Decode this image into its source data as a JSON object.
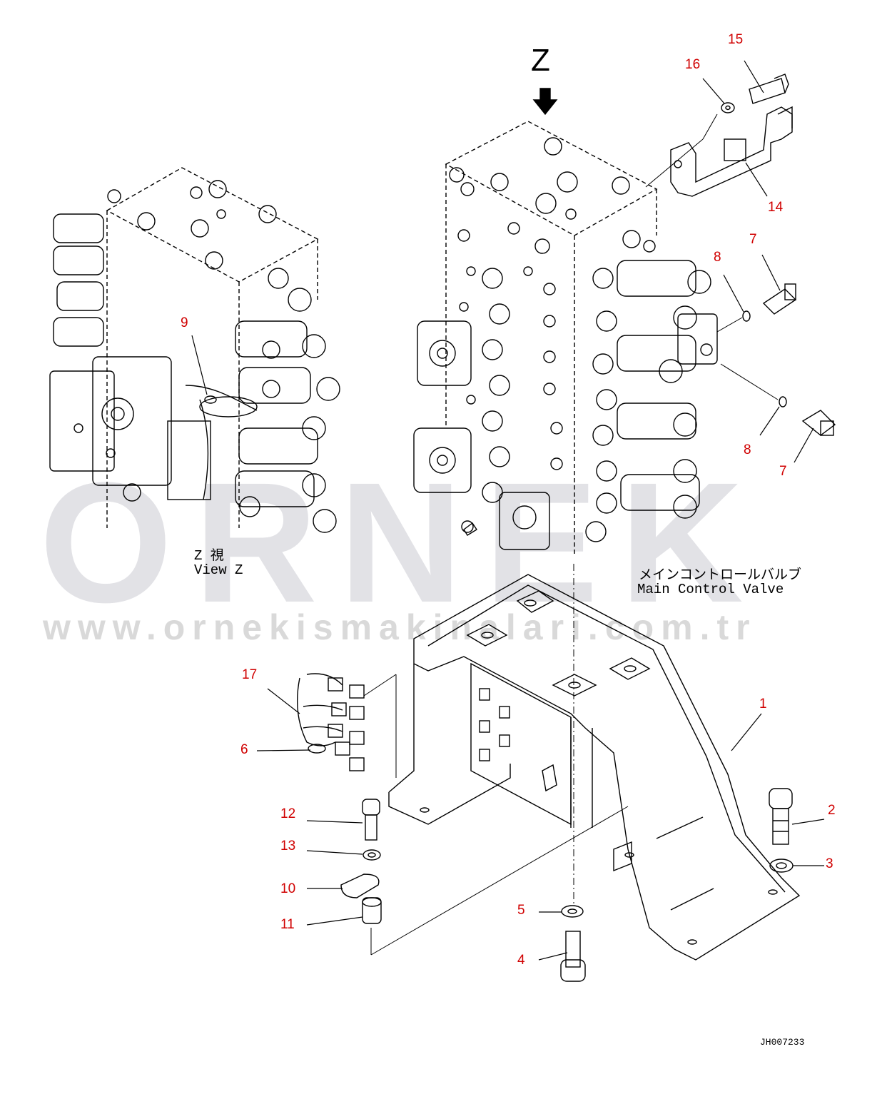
{
  "watermark": {
    "logo": "ORNEK",
    "url": "www.ornekismakinalari.com.tr"
  },
  "view_letter": "Z",
  "labels": {
    "view_z_jp": "Z 視",
    "view_z_en": "View Z",
    "main_control_valve_jp": "メインコントロールバルブ",
    "main_control_valve_en": "Main Control Valve"
  },
  "drawing_code": "JH007233",
  "callouts": [
    {
      "id": "c15",
      "text": "15"
    },
    {
      "id": "c16",
      "text": "16"
    },
    {
      "id": "c14",
      "text": "14"
    },
    {
      "id": "c7a",
      "text": "7"
    },
    {
      "id": "c8a",
      "text": "8"
    },
    {
      "id": "c8b",
      "text": "8"
    },
    {
      "id": "c7b",
      "text": "7"
    },
    {
      "id": "c9",
      "text": "9"
    },
    {
      "id": "c17",
      "text": "17"
    },
    {
      "id": "c6",
      "text": "6"
    },
    {
      "id": "c1",
      "text": "1"
    },
    {
      "id": "c2",
      "text": "2"
    },
    {
      "id": "c3",
      "text": "3"
    },
    {
      "id": "c12",
      "text": "12"
    },
    {
      "id": "c13",
      "text": "13"
    },
    {
      "id": "c10",
      "text": "10"
    },
    {
      "id": "c11",
      "text": "11"
    },
    {
      "id": "c5",
      "text": "5"
    },
    {
      "id": "c4",
      "text": "4"
    }
  ]
}
